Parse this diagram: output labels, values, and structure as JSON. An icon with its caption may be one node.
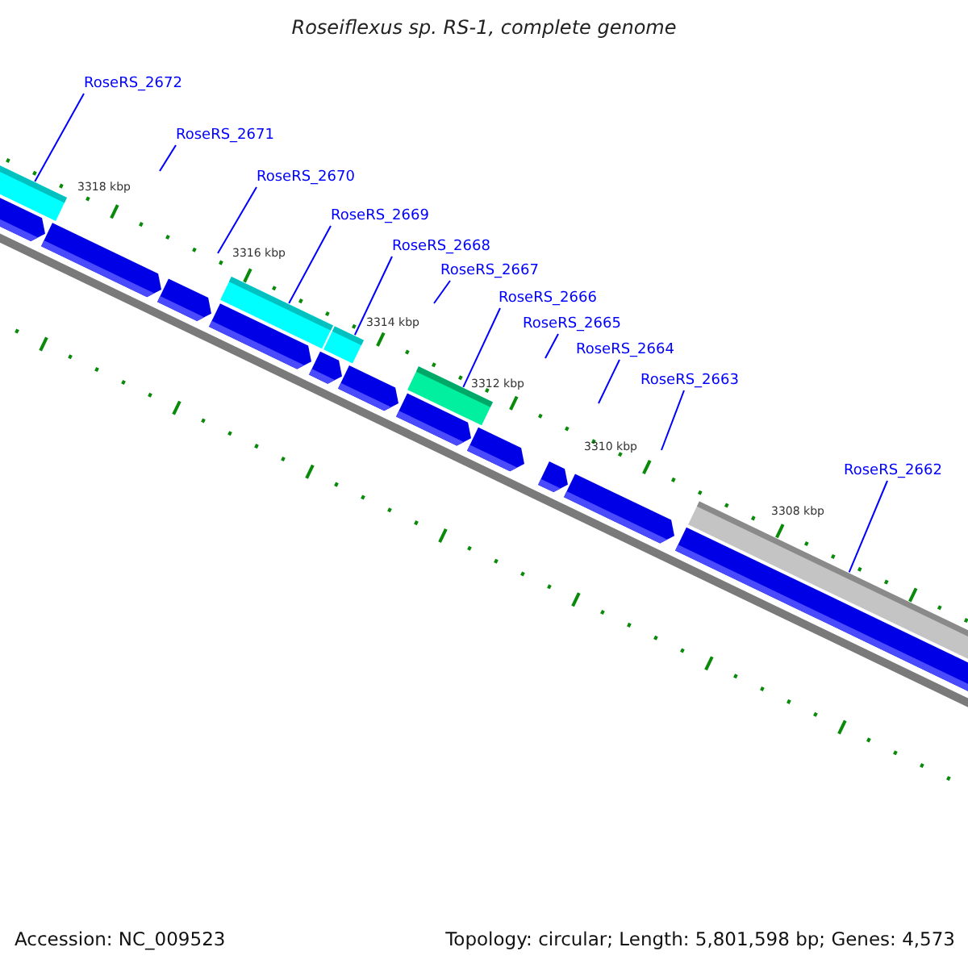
{
  "diagram": {
    "title": "Roseiflexus sp. RS-1, complete genome",
    "nodes": [
      {
        "text": [
          "RoseRS_2672"
        ]
      },
      {
        "text": [
          "RoseRS_2671"
        ]
      },
      {
        "text": [
          "RoseRS_2670"
        ]
      },
      {
        "text": [
          "RoseRS_2669"
        ]
      },
      {
        "text": [
          "RoseRS_2668"
        ]
      },
      {
        "text": [
          "RoseRS_2667"
        ]
      },
      {
        "text": [
          "RoseRS_2666"
        ]
      },
      {
        "text": [
          "RoseRS_2665"
        ]
      },
      {
        "text": [
          "RoseRS_2664"
        ]
      },
      {
        "text": [
          "RoseRS_2663"
        ]
      },
      {
        "text": [
          "RoseRS_2662"
        ]
      },
      {
        "text": [],
        "shape": "bar"
      },
      {
        "text": [],
        "shape": "bar"
      },
      {
        "text": [],
        "shape": "bar"
      },
      {
        "text": [],
        "shape": "bar"
      },
      {
        "text": [],
        "shape": "bar"
      }
    ],
    "edges": [
      {
        "from": 0,
        "to": 11,
        "arrow": "none"
      },
      {
        "from": 1,
        "to": null,
        "arrow": "none"
      },
      {
        "from": 2,
        "to": null,
        "arrow": "none"
      },
      {
        "from": 3,
        "to": 12,
        "arrow": "none"
      },
      {
        "from": 4,
        "to": 13,
        "arrow": "none"
      },
      {
        "from": 5,
        "to": null,
        "arrow": "none"
      },
      {
        "from": 6,
        "to": 14,
        "arrow": "none"
      },
      {
        "from": 7,
        "to": null,
        "arrow": "none"
      },
      {
        "from": 8,
        "to": null,
        "arrow": "none"
      },
      {
        "from": 9,
        "to": null,
        "arrow": "none"
      },
      {
        "from": 10,
        "to": 15,
        "arrow": "none"
      }
    ],
    "labels": [
      "3318 kbp",
      "3316 kbp",
      "3314 kbp",
      "3312 kbp",
      "3310 kbp",
      "3308 kbp",
      "Accession: NC_009523",
      "Topology: circular; Length: 5,801,598 bp; Genes: 4,573"
    ]
  }
}
